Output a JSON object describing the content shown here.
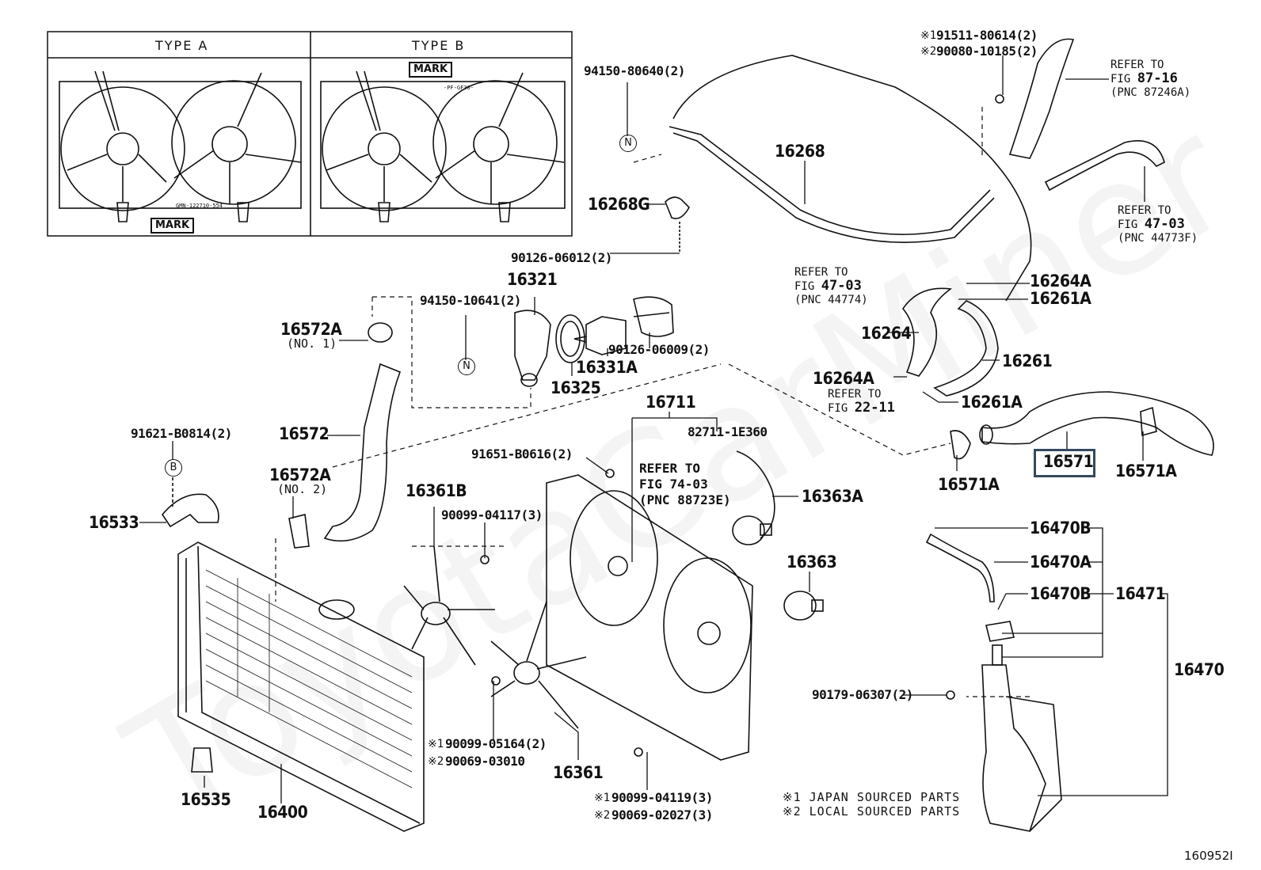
{
  "diagram": {
    "id": "160952I",
    "watermark": "ToyotaCarMiner",
    "inset": {
      "type_a": {
        "title": "TYPE A",
        "mark_label": "MARK",
        "stamp_text": "GMN-122710-554"
      },
      "type_b": {
        "title": "TYPE B",
        "mark_label": "MARK",
        "stamp_text": "-PF-GF30-"
      }
    },
    "labels": {
      "p_94150_80640": "94150-80640(2)",
      "p_16268": "16268",
      "p_16268G": "16268G",
      "p_90126_06012": "90126-06012(2)",
      "p_16321": "16321",
      "p_94150_10641": "94150-10641(2)",
      "p_16572A_1": "16572A",
      "p_16572A_1_sub": "(NO. 1)",
      "p_16325": "16325",
      "p_16331A": "16331A",
      "p_90126_06009": "90126-06009(2)",
      "p_16572": "16572",
      "p_91621_B0814": "91621-B0814(2)",
      "p_16572A_2": "16572A",
      "p_16572A_2_sub": "(NO. 2)",
      "p_16533": "16533",
      "p_16711": "16711",
      "p_82711_1E360": "82711-1E360",
      "p_91651_B0616": "91651-B0616(2)",
      "p_16361B": "16361B",
      "p_90099_04117": "90099-04117(3)",
      "p_16363A": "16363A",
      "p_16363": "16363",
      "p_90099_05164": "90099-05164(2)",
      "p_90069_03010": "90069-03010",
      "p_16361": "16361",
      "p_90099_04119": "90099-04119(3)",
      "p_90069_02027": "90069-02027(3)",
      "p_16535": "16535",
      "p_16400": "16400",
      "p_91511_80614": "91511-80614(2)",
      "p_90080_10185": "90080-10185(2)",
      "p_16264A_top": "16264A",
      "p_16261A_top": "16261A",
      "p_16264": "16264",
      "p_16261": "16261",
      "p_16264A_bot": "16264A",
      "p_16261A_bot": "16261A",
      "p_16571": "16571",
      "p_16571A_left": "16571A",
      "p_16571A_right": "16571A",
      "p_16470B_top": "16470B",
      "p_16470A": "16470A",
      "p_16470B_mid": "16470B",
      "p_16471": "16471",
      "p_16470": "16470",
      "p_90179_06307": "90179-06307(2)",
      "note1_mark": "※1",
      "note2_mark": "※2",
      "circle_n": "N",
      "circle_b": "B"
    },
    "refs": {
      "fig_87_16": {
        "line1": "REFER TO",
        "line2_prefix": "FIG ",
        "line2_fig": "87-16",
        "line3": "(PNC 87246A)"
      },
      "fig_47_03_right": {
        "line1": "REFER TO",
        "line2_prefix": "FIG ",
        "line2_fig": "47-03",
        "line3": "(PNC 44773F)"
      },
      "fig_47_03_left": {
        "line1": "REFER TO",
        "line2_prefix": "FIG ",
        "line2_fig": "47-03",
        "line3": "(PNC 44774)"
      },
      "fig_22_11": {
        "line1": "REFER TO",
        "line2_prefix": "FIG ",
        "line2_fig": "22-11"
      },
      "fig_74_03": {
        "line1": "REFER TO",
        "line2": "FIG 74-03",
        "line3": "(PNC 88723E)"
      }
    },
    "legend": {
      "note1": "※1 JAPAN SOURCED PARTS",
      "note2": "※2 LOCAL SOURCED PARTS"
    },
    "highlighted_part": "16571"
  }
}
